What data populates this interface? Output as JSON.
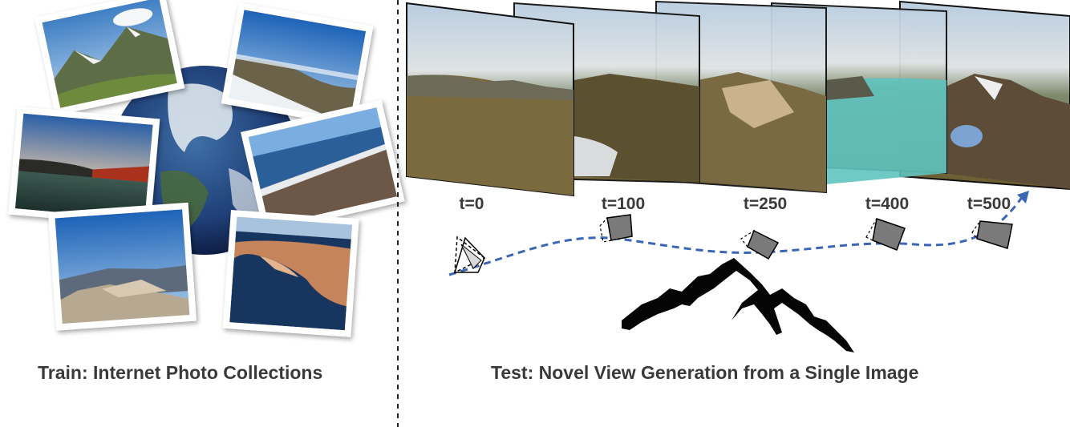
{
  "captions": {
    "train": "Train: Internet Photo Collections",
    "test": "Test: Novel View Generation from a Single Image"
  },
  "timesteps": [
    "t=0",
    "t=100",
    "t=250",
    "t=400",
    "t=500"
  ],
  "icons": {
    "globe": "earth-globe-icon",
    "camera": "camera-frustum-icon",
    "mountain": "mountain-silhouette-icon"
  },
  "colors": {
    "trajectory": "#3a66b5",
    "caption_text": "#3a3a3a"
  }
}
